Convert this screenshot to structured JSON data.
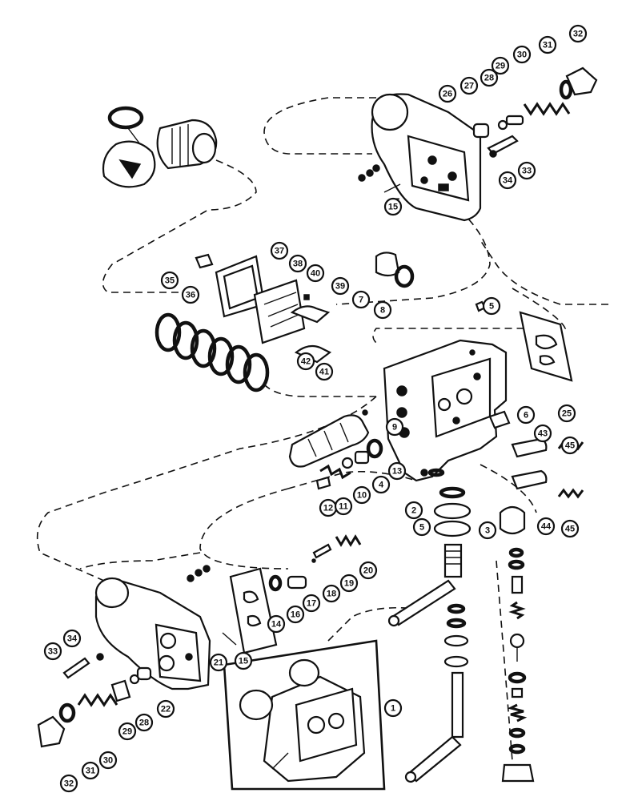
{
  "callouts": [
    {
      "label": "32"
    },
    {
      "label": "31"
    },
    {
      "label": "30"
    },
    {
      "label": "29"
    },
    {
      "label": "28"
    },
    {
      "label": "27"
    },
    {
      "label": "26"
    },
    {
      "label": "34"
    },
    {
      "label": "33"
    },
    {
      "label": "15"
    },
    {
      "label": "37"
    },
    {
      "label": "38"
    },
    {
      "label": "40"
    },
    {
      "label": "39"
    },
    {
      "label": "35"
    },
    {
      "label": "36"
    },
    {
      "label": "7"
    },
    {
      "label": "8"
    },
    {
      "label": "5"
    },
    {
      "label": "42"
    },
    {
      "label": "41"
    },
    {
      "label": "25"
    },
    {
      "label": "9"
    },
    {
      "label": "6"
    },
    {
      "label": "13"
    },
    {
      "label": "43"
    },
    {
      "label": "45"
    },
    {
      "label": "12"
    },
    {
      "label": "11"
    },
    {
      "label": "10"
    },
    {
      "label": "4"
    },
    {
      "label": "2"
    },
    {
      "label": "5"
    },
    {
      "label": "3"
    },
    {
      "label": "44"
    },
    {
      "label": "45"
    },
    {
      "label": "20"
    },
    {
      "label": "19"
    },
    {
      "label": "18"
    },
    {
      "label": "17"
    },
    {
      "label": "16"
    },
    {
      "label": "14"
    },
    {
      "label": "34"
    },
    {
      "label": "33"
    },
    {
      "label": "21"
    },
    {
      "label": "15"
    },
    {
      "label": "30"
    },
    {
      "label": "29"
    },
    {
      "label": "28"
    },
    {
      "label": "22"
    },
    {
      "label": "31"
    },
    {
      "label": "32"
    },
    {
      "label": "1"
    }
  ]
}
